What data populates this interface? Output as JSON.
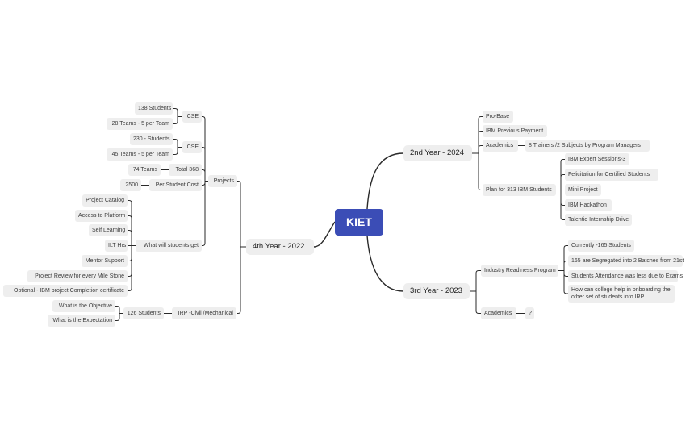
{
  "root": "KIET",
  "branches": [
    {
      "id": "y2",
      "label": "2nd Year - 2024",
      "children": [
        {
          "label": "Pro-Base"
        },
        {
          "label": "IBM Previous Payment"
        },
        {
          "label": "Academics",
          "children": [
            {
              "label": "8 Trainers /2 Subjects by Program Managers"
            }
          ]
        },
        {
          "label": "Plan for 313 IBM Students",
          "children": [
            {
              "label": "IBM Expert Sessions-3"
            },
            {
              "label": "Felicitation for Certified Students"
            },
            {
              "label": "Mini Project"
            },
            {
              "label": "IBM Hackathon"
            },
            {
              "label": "Talentio Internship Drive"
            }
          ]
        }
      ]
    },
    {
      "id": "y3",
      "label": "3rd Year - 2023",
      "children": [
        {
          "label": "Industry Readiness Program",
          "children": [
            {
              "label": "Currently -165 Students"
            },
            {
              "label": "165 are Segregated into 2 Batches from 21st"
            },
            {
              "label": "Students Attendance was less due to Exams"
            },
            {
              "label": "How can college help in onboarding the other set of students into IRP"
            }
          ]
        },
        {
          "label": "Academics",
          "children": [
            {
              "label": "?"
            }
          ]
        }
      ]
    },
    {
      "id": "y4",
      "label": "4th Year - 2022",
      "children": [
        {
          "label": "Projects",
          "children": [
            {
              "label": "CSE",
              "children": [
                {
                  "label": "138 Students"
                },
                {
                  "label": "28 Teams - 5 per Team"
                }
              ]
            },
            {
              "label": "CSE",
              "children": [
                {
                  "label": "230 - Students"
                },
                {
                  "label": "45 Teams - 5 per Team"
                }
              ]
            },
            {
              "label": "Total 368",
              "children": [
                {
                  "label": "74 Teams"
                }
              ]
            },
            {
              "label": "Per Student Cost",
              "children": [
                {
                  "label": "2500"
                }
              ]
            },
            {
              "label": "What will students get",
              "children": [
                {
                  "label": "Project Catalog"
                },
                {
                  "label": "Access to Platform"
                },
                {
                  "label": "Self Learning"
                },
                {
                  "label": "ILT Hrs"
                },
                {
                  "label": "Mentor Support"
                },
                {
                  "label": "Project Review for every Mile Stone"
                },
                {
                  "label": "Optional - IBM project Completion certificate"
                }
              ]
            }
          ]
        },
        {
          "label": "IRP -Civil /Mechanical",
          "children": [
            {
              "label": "126 Students",
              "children": [
                {
                  "label": "What is the Objective"
                },
                {
                  "label": "What is the Expectation"
                }
              ]
            }
          ]
        }
      ]
    }
  ]
}
